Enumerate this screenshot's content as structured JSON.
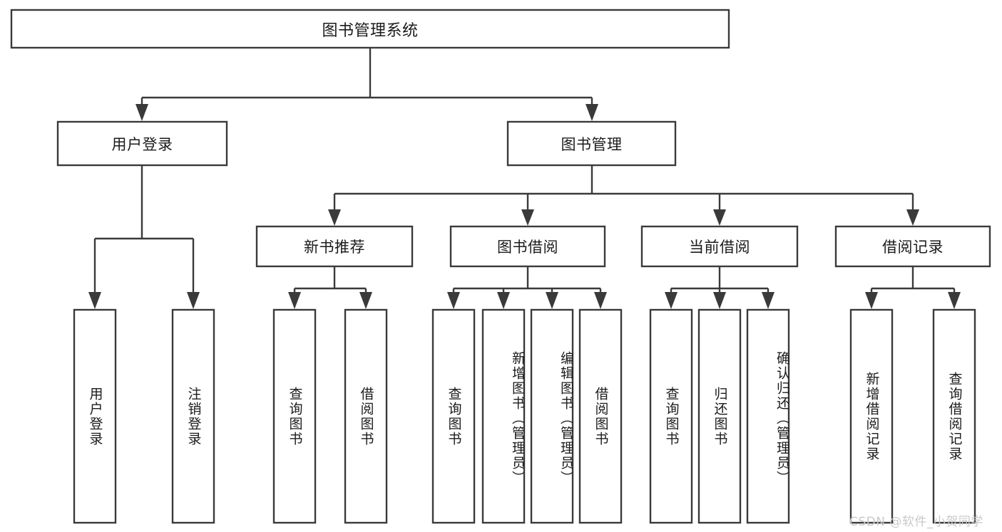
{
  "diagram": {
    "type": "tree-hierarchy",
    "title": "图书管理系统",
    "watermark": "CSDN @软件_小贺同学",
    "colors": {
      "stroke": "#3a3a3a",
      "fill": "#ffffff",
      "text": "#1b1b1b",
      "watermark": "#c9c9c9",
      "background": "#ffffff"
    },
    "levels": {
      "root": {
        "label": "图书管理系统"
      },
      "level2": [
        {
          "label": "用户登录"
        },
        {
          "label": "图书管理"
        }
      ],
      "level3": [
        {
          "label": "新书推荐"
        },
        {
          "label": "图书借阅"
        },
        {
          "label": "当前借阅"
        },
        {
          "label": "借阅记录"
        }
      ],
      "leaves": [
        {
          "label": "用户登录",
          "parent": "用户登录"
        },
        {
          "label": "注销登录",
          "parent": "用户登录"
        },
        {
          "label": "查询图书",
          "parent": "新书推荐"
        },
        {
          "label": "借阅图书",
          "parent": "新书推荐"
        },
        {
          "label": "查询图书",
          "parent": "图书借阅"
        },
        {
          "label": "新增图书（管理员）",
          "parent": "图书借阅"
        },
        {
          "label": "编辑图书（管理员）",
          "parent": "图书借阅"
        },
        {
          "label": "借阅图书",
          "parent": "图书借阅"
        },
        {
          "label": "查询图书",
          "parent": "当前借阅"
        },
        {
          "label": "归还图书",
          "parent": "当前借阅"
        },
        {
          "label": "确认归还（管理员）",
          "parent": "当前借阅"
        },
        {
          "label": "新增借阅记录",
          "parent": "借阅记录"
        },
        {
          "label": "查询借阅记录",
          "parent": "借阅记录"
        }
      ]
    }
  }
}
